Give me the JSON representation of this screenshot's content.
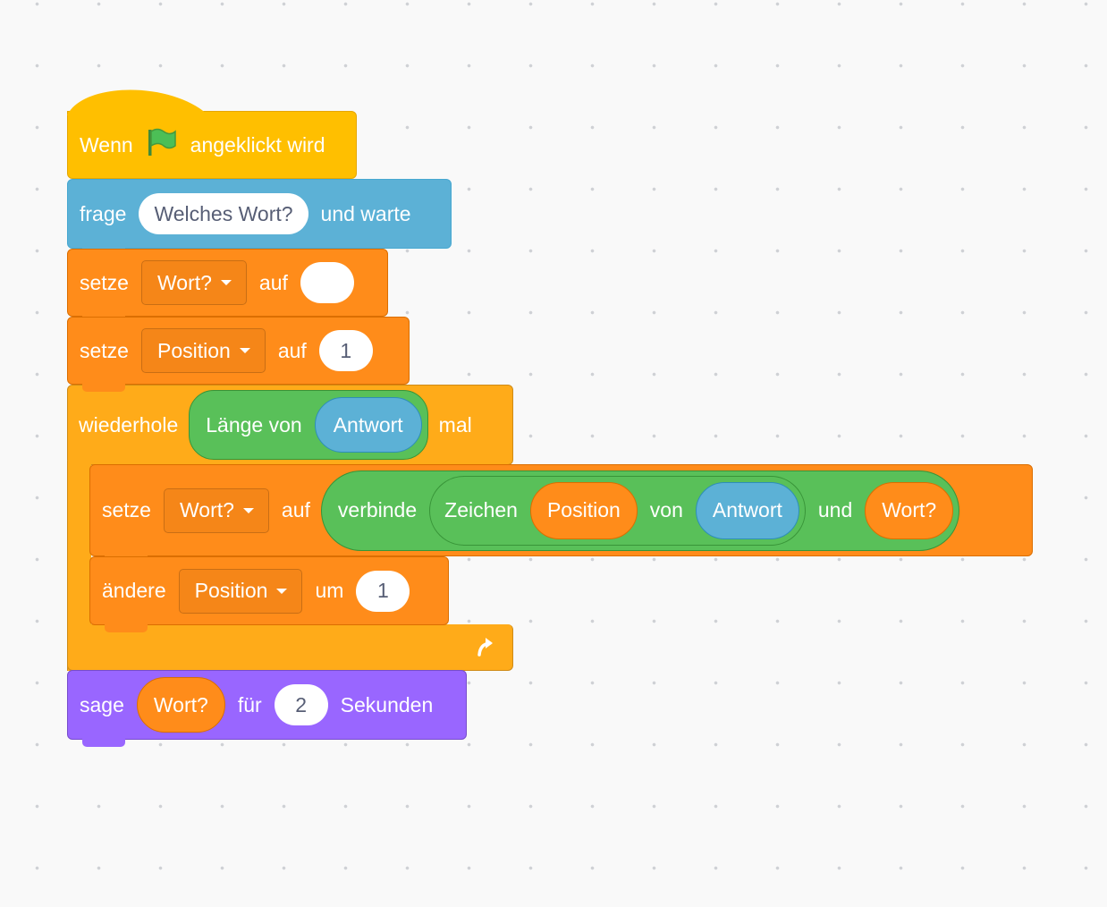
{
  "script": {
    "hat": {
      "prefix": "Wenn",
      "suffix": "angeklickt wird",
      "icon": "green-flag-icon"
    },
    "ask": {
      "label": "frage",
      "question": "Welches Wort?",
      "suffix": "und warte"
    },
    "set_word": {
      "label": "setze",
      "variable": "Wort?",
      "to": "auf",
      "value": ""
    },
    "set_position": {
      "label": "setze",
      "variable": "Position",
      "to": "auf",
      "value": "1"
    },
    "repeat": {
      "label": "wiederhole",
      "length_label": "Länge von",
      "answer": "Antwort",
      "suffix": "mal",
      "loop_icon": "loop-arrow-icon"
    },
    "set_join": {
      "label": "setze",
      "variable": "Wort?",
      "to": "auf",
      "join_label": "verbinde",
      "letter_label": "Zeichen",
      "position": "Position",
      "of_label": "von",
      "answer": "Antwort",
      "and_label": "und",
      "word": "Wort?"
    },
    "change_position": {
      "label": "ändere",
      "variable": "Position",
      "by": "um",
      "value": "1"
    },
    "say": {
      "label": "sage",
      "word": "Wort?",
      "for": "für",
      "seconds_value": "2",
      "seconds_label": "Sekunden"
    }
  },
  "colors": {
    "events": "#ffbf00",
    "sensing": "#5cb1d6",
    "variables": "#ff8c1a",
    "control": "#ffab19",
    "operators": "#59c059",
    "looks": "#9966ff",
    "canvas": "#f9f9f9"
  }
}
